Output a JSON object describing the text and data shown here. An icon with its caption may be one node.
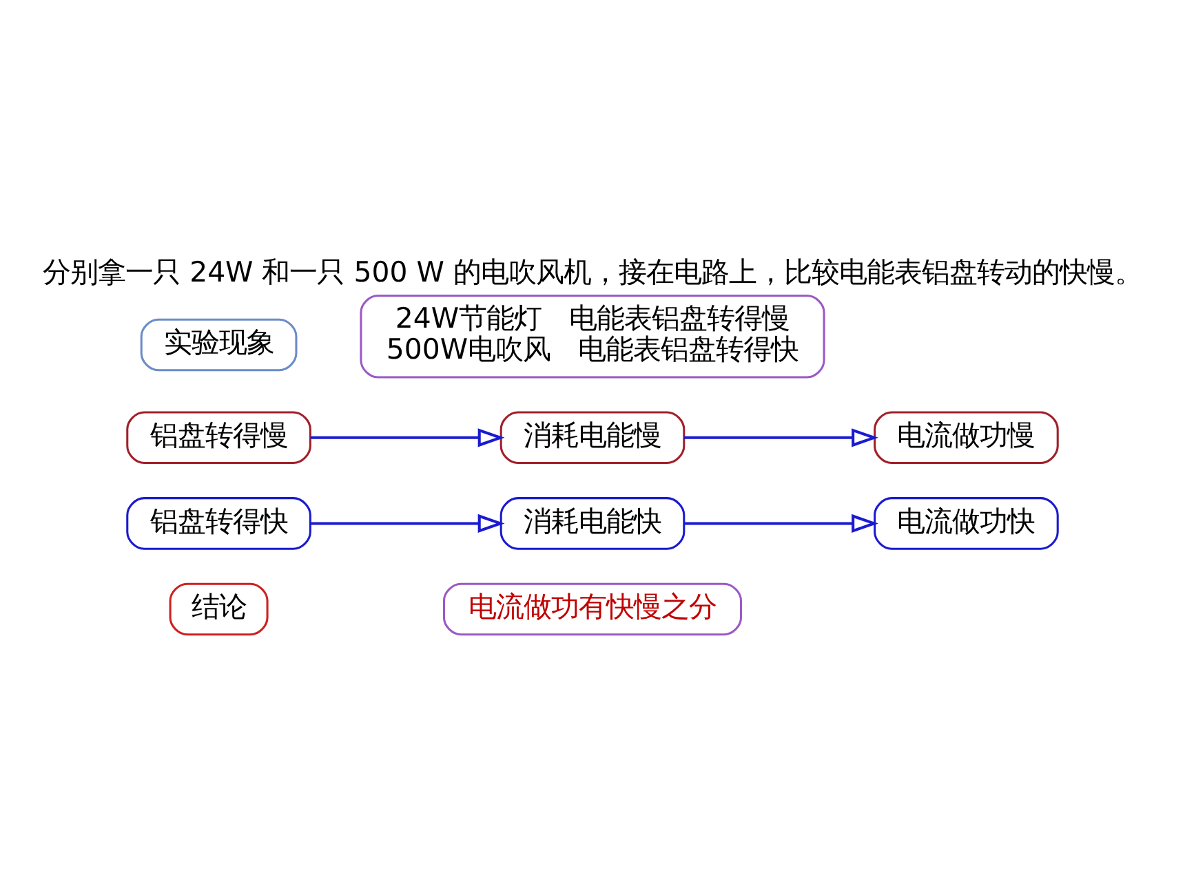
{
  "diagram": {
    "title": "分别拿一只 24W 和一只 500 W 的电吹风机，接在电路上，比较电能表铝盘转动的快慢。",
    "nodes": [
      {
        "text": [
          "实验现象"
        ]
      },
      {
        "text": [
          "24W节能灯　电能表铝盘转得慢",
          "500W电吹风　电能表铝盘转得快"
        ]
      },
      {
        "text": [
          "铝盘转得慢"
        ]
      },
      {
        "text": [
          "消耗电能慢"
        ]
      },
      {
        "text": [
          "电流做功慢"
        ]
      },
      {
        "text": [
          "铝盘转得快"
        ]
      },
      {
        "text": [
          "消耗电能快"
        ]
      },
      {
        "text": [
          "电流做功快"
        ]
      },
      {
        "text": [
          "结论"
        ]
      },
      {
        "text": [
          "电流做功有快慢之分"
        ]
      }
    ],
    "edges": [
      {
        "from": 2,
        "to": 3,
        "arrow": "to"
      },
      {
        "from": 3,
        "to": 4,
        "arrow": "to"
      },
      {
        "from": 5,
        "to": 6,
        "arrow": "to"
      },
      {
        "from": 6,
        "to": 7,
        "arrow": "to"
      }
    ]
  }
}
